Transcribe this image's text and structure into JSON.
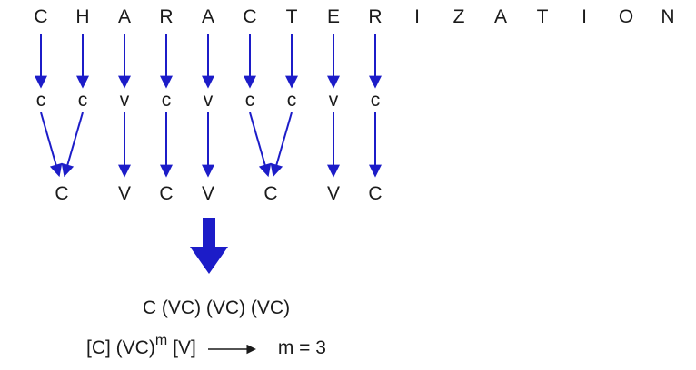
{
  "colors": {
    "background": "#ffffff",
    "ink": "#1a1a1a",
    "arrow_blue": "#1c1cc8"
  },
  "icons": {
    "down_arrow": "↓",
    "converging_arrows": "↘↙",
    "big_down_arrow": "⬇",
    "right_arrow": "→"
  },
  "word": {
    "letters": [
      "C",
      "H",
      "A",
      "R",
      "A",
      "C",
      "T",
      "E",
      "R",
      "I",
      "Z",
      "A",
      "T",
      "I",
      "O",
      "N"
    ]
  },
  "cv_lower": {
    "letters": [
      "c",
      "c",
      "v",
      "c",
      "v",
      "c",
      "c",
      "v",
      "c"
    ]
  },
  "cv_upper": {
    "letters": [
      "C",
      "V",
      "C",
      "V",
      "C",
      "V",
      "C"
    ]
  },
  "pattern": {
    "grouped": "C (VC) (VC) (VC)"
  },
  "formula": {
    "prefix": "[C] (VC)",
    "superscript": "m",
    "suffix": "[V]",
    "result": "m = 3"
  }
}
